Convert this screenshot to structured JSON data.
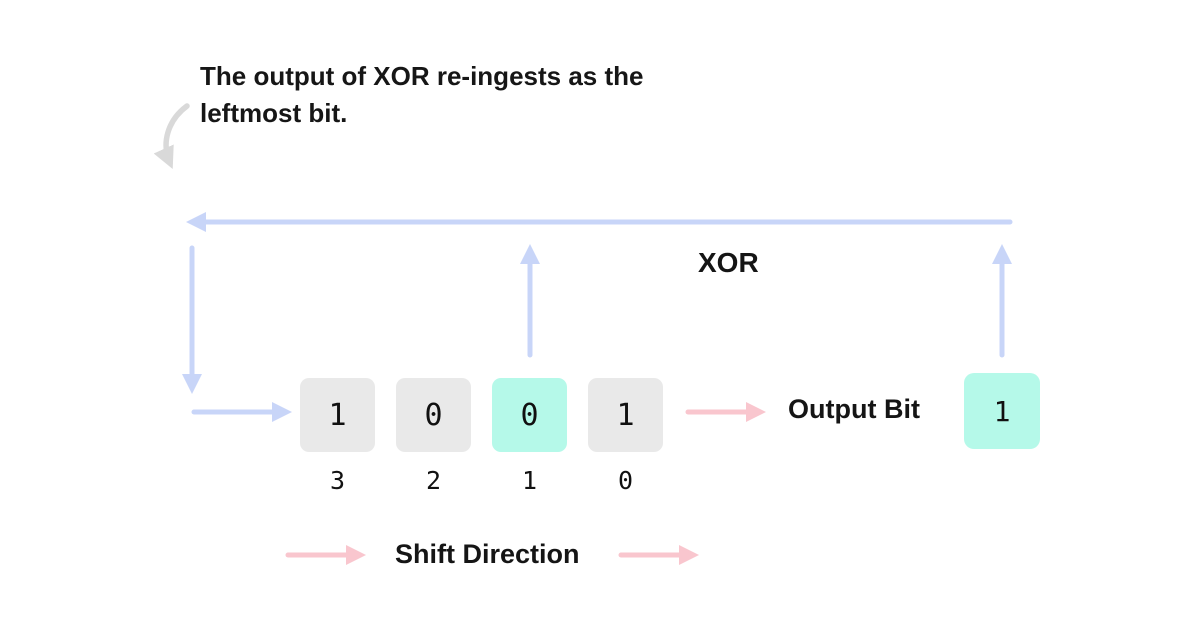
{
  "note": {
    "line1": "The output of XOR re-ingests as the",
    "line2": "leftmost bit."
  },
  "xor_label": "XOR",
  "register": {
    "cells": [
      {
        "value": "1",
        "index": "3",
        "highlighted": false
      },
      {
        "value": "0",
        "index": "2",
        "highlighted": false
      },
      {
        "value": "0",
        "index": "1",
        "highlighted": true
      },
      {
        "value": "1",
        "index": "0",
        "highlighted": false
      }
    ]
  },
  "output": {
    "label": "Output Bit",
    "value": "1"
  },
  "shift": {
    "label": "Shift Direction"
  },
  "colors": {
    "arrow_blue": "#c8d5f8",
    "arrow_pink": "#f9c6ce",
    "arrow_gray": "#d9d9d9",
    "cell_gray": "#e9e9e9",
    "highlight_mint": "#b5f9e9",
    "text": "#151515"
  }
}
